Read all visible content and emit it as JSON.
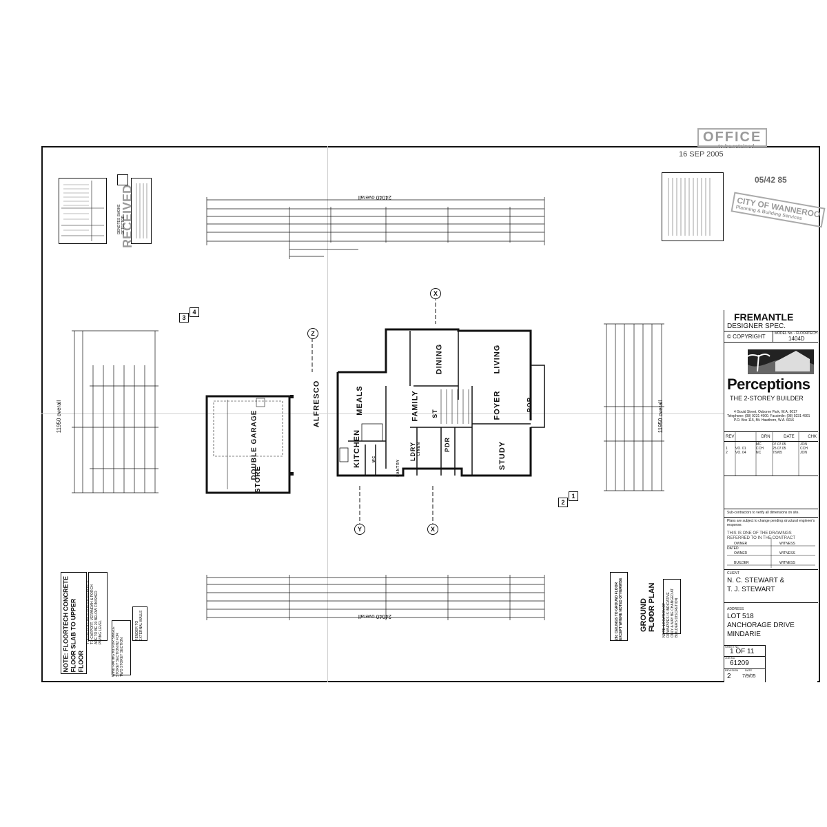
{
  "stamps": {
    "office": "OFFICE",
    "office_sub": "to be retained",
    "received_date": "16 SEP 2005",
    "file_no": "05/42 85",
    "city": "CITY OF WANNEROO",
    "city_sub": "Planning & Building Services",
    "received": "RECEIVED"
  },
  "notes": {
    "smoke": "DENOTES SMOKE DETECTOR",
    "top_left": "NOTE: ...",
    "floortech_title": "NOTE:",
    "floortech_text": "FLOORTECH CONCRETE FLOOR SLAB TO UPPER FLOOR",
    "footing": "TOP OF FOOTINGS FOR PIERS/POSTS TO CARPORT, VERANDAH & PORCH ARE TO BE 20 BELOW FINISHED PAVING LEVEL",
    "wind": "WIND RATING N1 FOR SINGLE STOREY SECTION N2 FOR TWO STOREY SECTION",
    "render": "RENDER TO EXTERNAL WALLS",
    "ceilings": "28c CEILINGS TO GROUND FLOOR EXCEPT WHERE NOTED OTHERWISE",
    "plan_title": "GROUND FLOOR PLAN",
    "scale": "1 : 100",
    "downpipes": "NOTE: LOCATION OF DOWNPIPES IS INDICATIVE ONLY & MAY BE CHANGED AT BUILDERS DISCRETION"
  },
  "dimensions": {
    "top_overall": "24040 overall",
    "bottom_overall": "24040 overall",
    "left_overall": "11950 overall",
    "right_overall": "11950 overall"
  },
  "rooms": {
    "alfresco": "ALFRESCO",
    "double_garage": "DOUBLE GARAGE",
    "store": "STORE",
    "meals": "MEALS",
    "kitchen": "KITCHEN",
    "family": "FAMILY",
    "dining": "DINING",
    "living": "LIVING",
    "foyer": "FOYER",
    "porch": "POR",
    "study": "STUDY",
    "laundry": "LDRY",
    "powder": "PDR",
    "st": "ST",
    "pantry": "PANTRY",
    "linen": "LINEN",
    "wc": "WC"
  },
  "grid_markers": [
    "X",
    "X",
    "Y",
    "Z"
  ],
  "section_markers": [
    "3",
    "4",
    "2",
    "1"
  ],
  "title_block": {
    "design": "FREMANTLE",
    "spec": "DESIGNER SPEC.",
    "copyright": "© COPYRIGHT",
    "model_label": "MODEL No. - FLOORTECH",
    "model_no": "1404D",
    "company": "Perceptions",
    "tagline": "THE 2-STOREY BUILDER",
    "address1": "4 Gould Street, Osborne Park, W.A. 6017",
    "phone": "Telephone: (08) 9231 4900. Facsimile: (08) 9231 4901",
    "po_box": "P.O. Box 115, Mt. Hawthorn, W.A. 6016",
    "revisions_header": [
      "REV",
      "",
      "DRN",
      "DATE",
      "CHK"
    ],
    "revisions": [
      [
        "",
        "",
        "MC",
        "07.07.05",
        "JON"
      ],
      [
        "1",
        "VO. 01",
        "CCH",
        "25.07.05",
        "CCH"
      ],
      [
        "2",
        "VO. 04",
        "NC",
        "7/9/05",
        "JON"
      ]
    ],
    "verify": "Sub-contractors to verify all dimensions on site.",
    "subject": "Plans are subject to change pending structural engineer's response.",
    "contract": "THIS IS ONE OF THE DRAWINGS REFERRED TO IN THE CONTRACT",
    "dated": "DATED",
    "owner": "OWNER",
    "witness": "WITNESS",
    "builder": "BUILDER",
    "client_label": "CLIENT",
    "client_1": "N. C. STEWART &",
    "client_2": "T. J. STEWART",
    "address_label": "ADDRESS",
    "address_1": "LOT 518",
    "address_2": "ANCHORAGE DRIVE",
    "address_3": "MINDARIE",
    "sheet_label": "SHEET No.",
    "sheet": "1 OF 11",
    "job_label": "JOB No.",
    "job": "61209",
    "rev_label": "REVISION",
    "rev": "2",
    "date_label": "DATE",
    "date": "7/9/05"
  }
}
